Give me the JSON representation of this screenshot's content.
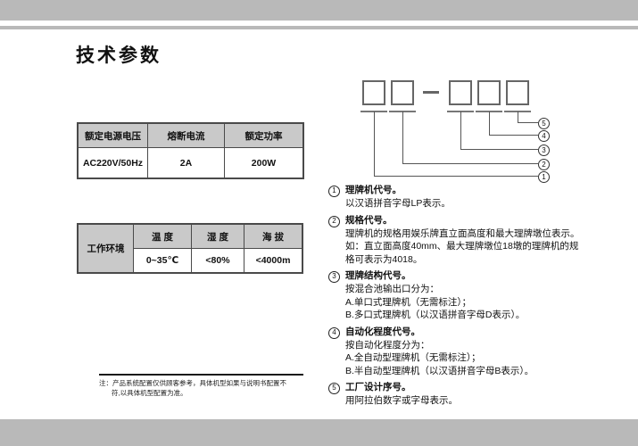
{
  "page": {
    "title": "技术参数"
  },
  "power_table": {
    "headers": [
      "额定电源电压",
      "熔断电流",
      "额定功率"
    ],
    "values": [
      "AC220V/50Hz",
      "2A",
      "200W"
    ]
  },
  "environment_table": {
    "row_label": "工作环境",
    "headers": [
      "温  度",
      "湿  度",
      "海  拔"
    ],
    "values": [
      "0~35℃",
      "<80%",
      "<4000m"
    ]
  },
  "model_code_diagram": {
    "callouts": [
      "5",
      "4",
      "3",
      "2",
      "1"
    ]
  },
  "code_list": {
    "items": [
      {
        "num": "1",
        "title": "理牌机代号。",
        "lines": [
          "以汉语拼音字母LP表示。"
        ]
      },
      {
        "num": "2",
        "title": "规格代号。",
        "lines": [
          "理牌机的规格用娱乐牌直立面高度和最大理牌墩位表示。",
          "如：直立面高度40mm、最大理牌墩位18墩的理牌机的规",
          "格可表示为4018。"
        ]
      },
      {
        "num": "3",
        "title": "理牌结构代号。",
        "lines": [
          "按混合池输出口分为：",
          "A.单口式理牌机（无需标注）；",
          "B.多口式理牌机（以汉语拼音字母D表示）。"
        ]
      },
      {
        "num": "4",
        "title": "自动化程度代号。",
        "lines": [
          "按自动化程度分为：",
          "A.全自动型理牌机（无需标注）；",
          "B.半自动型理牌机（以汉语拼音字母B表示）。"
        ]
      },
      {
        "num": "5",
        "title": "工厂设计序号。",
        "lines": [
          "用阿拉伯数字或字母表示。"
        ]
      }
    ]
  },
  "note": {
    "lines": [
      "注：产品系统配置仅供顾客参考，具体机型如果与说明书配置不",
      "符,以具体机型配置为准。"
    ]
  },
  "colors": {
    "band_gray": "#b9b9b9",
    "table_header_gray": "#c9c9c9",
    "border_dark": "#4a4a4a"
  }
}
